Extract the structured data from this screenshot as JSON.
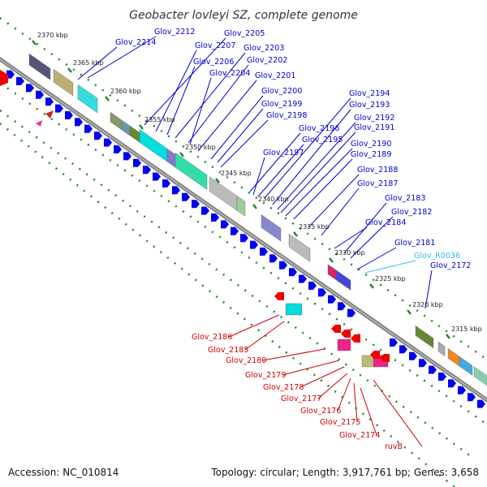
{
  "title": "Geobacter lovleyi SZ, complete genome",
  "footer": {
    "accession": "Accession: NC_010814",
    "summary": "Topology: circular; Length: 3,917,761 bp; Genes: 3,658"
  },
  "colors": {
    "forward_label": "#0000cc",
    "reverse_label": "#cc0000",
    "rna_label": "#33bbee",
    "backbone": "#808080",
    "tick": "#228822"
  },
  "ticks": [
    {
      "label": "2370 kbp",
      "kbp": 2370
    },
    {
      "label": "2365 kbp",
      "kbp": 2365
    },
    {
      "label": "2360 kbp",
      "kbp": 2360
    },
    {
      "label": "2355 kbp",
      "kbp": 2355
    },
    {
      "label": "2350 kbp",
      "kbp": 2350
    },
    {
      "label": "2345 kbp",
      "kbp": 2345
    },
    {
      "label": "2340 kbp",
      "kbp": 2340
    },
    {
      "label": "2335 kbp",
      "kbp": 2335
    },
    {
      "label": "2330 kbp",
      "kbp": 2330
    },
    {
      "label": "2325 kbp",
      "kbp": 2325
    },
    {
      "label": "2320 kbp",
      "kbp": 2320
    },
    {
      "label": "2315 kbp",
      "kbp": 2315
    }
  ],
  "forward_labels": [
    "Glov_2212",
    "Glov_2214",
    "Glov_2205",
    "Glov_2207",
    "Glov_2203",
    "Glov_2206",
    "Glov_2202",
    "Glov_2204",
    "Glov_2201",
    "Glov_2200",
    "Glov_2199",
    "Glov_2198",
    "Glov_2194",
    "Glov_2193",
    "Glov_2192",
    "Glov_2196",
    "Glov_2191",
    "Glov_2195",
    "Glov_2190",
    "Glov_2197",
    "Glov_2189",
    "Glov_2188",
    "Glov_2187",
    "Glov_2183",
    "Glov_2182",
    "Glov_2184",
    "Glov_2181",
    "Glov_R0036",
    "Glov_2172"
  ],
  "reverse_labels": [
    "Glov_2186",
    "Glov_2185",
    "Glov_2180",
    "Glov_2179",
    "Glov_2178",
    "Glov_2177",
    "Glov_2176",
    "Glov_2175",
    "Glov_2174",
    "ruvB"
  ]
}
